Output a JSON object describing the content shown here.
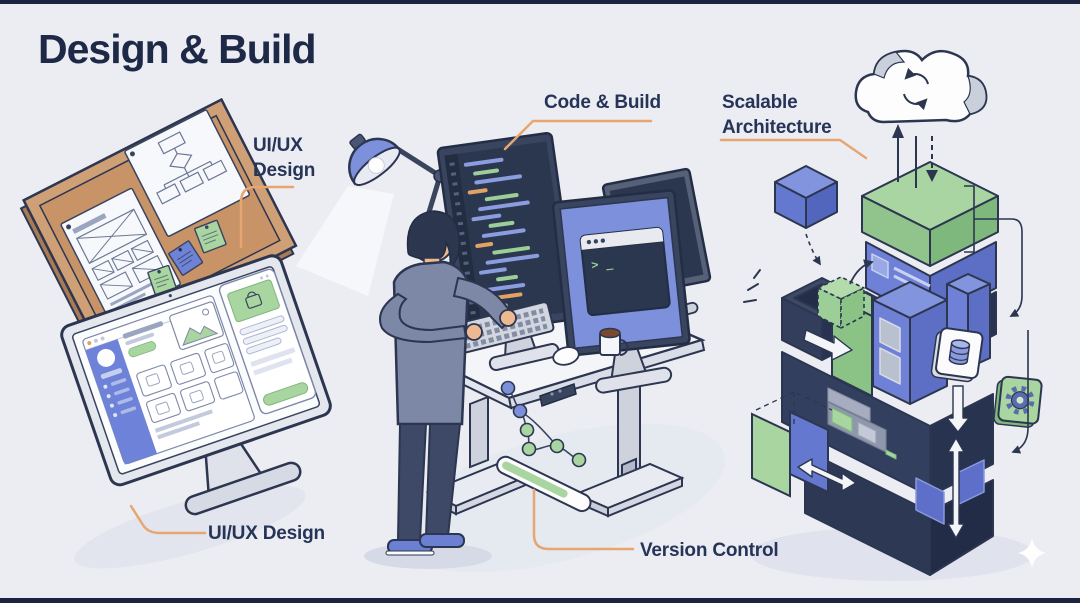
{
  "title": "Design & Build",
  "sections": {
    "uiux_board": {
      "label": "UI/UX Design"
    },
    "code_build": {
      "label": "Code & Build"
    },
    "architecture": {
      "label": "Scalable Architecture"
    },
    "uiux_monitor": {
      "label": "UI/UX Design"
    },
    "version_control": {
      "label": "Version Control"
    }
  },
  "icons": {
    "terminal_prompt": "> _",
    "cloud_sync": "⟳",
    "database": "⛁",
    "gear": "⚙",
    "sparkle": "✦"
  },
  "colors": {
    "background": "#ecedf3",
    "edge_bar": "#1c2440",
    "heading_text": "#1e2947",
    "label_text": "#263457",
    "callout_orange": "#e7a671",
    "outline_navy": "#2d3650",
    "green_accent": "#a9d5a0",
    "blue_accent": "#6d82d8",
    "periwinkle_screen": "#7d90dc",
    "dark_screen": "#2b374f",
    "cork_tan": "#c79367",
    "code_green": "#9ccf97",
    "code_orange": "#e2a263",
    "code_blue": "#8b9ddf",
    "desk_white": "#f4f5f8",
    "sweater_slate": "#7d87a6"
  }
}
